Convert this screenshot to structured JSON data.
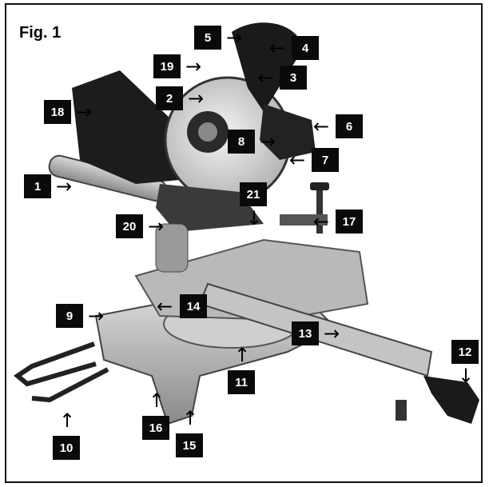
{
  "figure_label": "Fig. 1",
  "callouts": [
    {
      "label": "1",
      "arrow": "right"
    },
    {
      "label": "2",
      "arrow": "right"
    },
    {
      "label": "3",
      "arrow": "left"
    },
    {
      "label": "4",
      "arrow": "left"
    },
    {
      "label": "5",
      "arrow": "right"
    },
    {
      "label": "6",
      "arrow": "left"
    },
    {
      "label": "7",
      "arrow": "left"
    },
    {
      "label": "8",
      "arrow": "right"
    },
    {
      "label": "9",
      "arrow": "right"
    },
    {
      "label": "10",
      "arrow": "up"
    },
    {
      "label": "11",
      "arrow": "up"
    },
    {
      "label": "12",
      "arrow": "down"
    },
    {
      "label": "13",
      "arrow": "right"
    },
    {
      "label": "14",
      "arrow": "left"
    },
    {
      "label": "15",
      "arrow": "up"
    },
    {
      "label": "16",
      "arrow": "up"
    },
    {
      "label": "17",
      "arrow": "left"
    },
    {
      "label": "18",
      "arrow": "right"
    },
    {
      "label": "19",
      "arrow": "right"
    },
    {
      "label": "20",
      "arrow": "right"
    },
    {
      "label": "21",
      "arrow": "down"
    }
  ]
}
